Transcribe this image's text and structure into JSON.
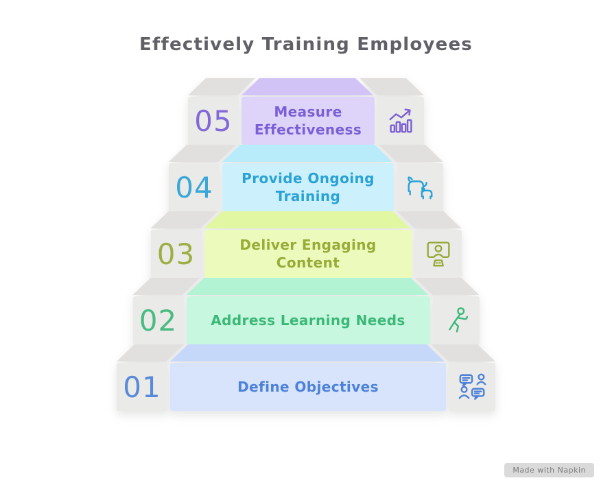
{
  "title": "Effectively Training Employees",
  "watermark": "Made with Napkin",
  "steps": [
    {
      "number": "05",
      "label": "Measure Effectiveness",
      "icon": "bar-chart-growth-icon",
      "colors": {
        "text": "#7a5fd6",
        "panel": "#ded4f9",
        "lid": "#d2c3f6"
      }
    },
    {
      "number": "04",
      "label": "Provide Ongoing Training",
      "icon": "dogs-training-icon",
      "colors": {
        "text": "#2aa2d6",
        "panel": "#cdf1fc",
        "lid": "#b8ecfb"
      }
    },
    {
      "number": "03",
      "label": "Deliver Engaging Content",
      "icon": "presenter-screen-icon",
      "colors": {
        "text": "#97ab37",
        "panel": "#ecfabc",
        "lid": "#e1f7a2"
      }
    },
    {
      "number": "02",
      "label": "Address Learning Needs",
      "icon": "active-person-icon",
      "colors": {
        "text": "#3bb878",
        "panel": "#c8f7df",
        "lid": "#b2f3d3"
      }
    },
    {
      "number": "01",
      "label": "Define Objectives",
      "icon": "discussion-people-icon",
      "colors": {
        "text": "#4d81d9",
        "panel": "#d7e4fb",
        "lid": "#c6d8f9"
      }
    }
  ]
}
